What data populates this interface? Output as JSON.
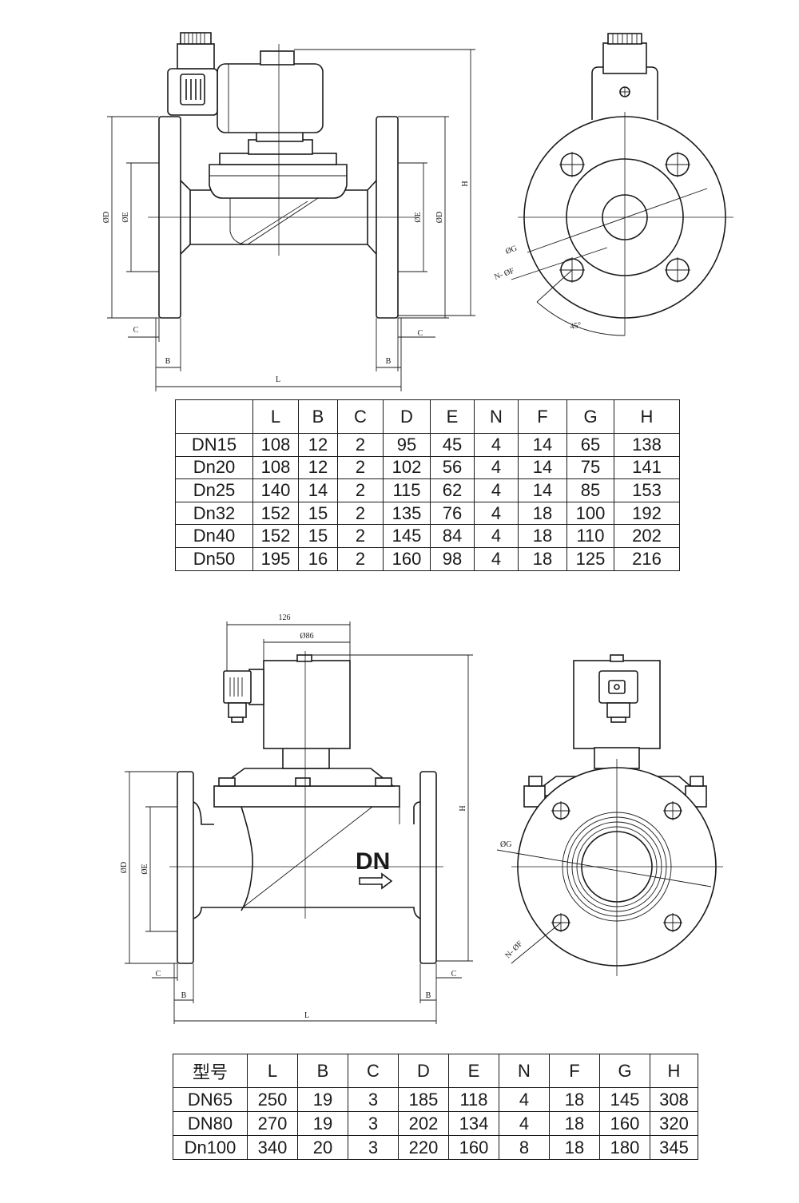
{
  "drawing1": {
    "labels": {
      "od_left": "ØD",
      "oe_left": "ØE",
      "oe_right": "ØE",
      "od_right": "ØD",
      "h": "H",
      "c_left": "C",
      "c_right": "C",
      "b_left": "B",
      "b_right": "B",
      "l": "L",
      "og": "ØG",
      "nof": "N- ØF",
      "angle": "45°"
    }
  },
  "table1": {
    "headers": [
      "",
      "L",
      "B",
      "C",
      "D",
      "E",
      "N",
      "F",
      "G",
      "H"
    ],
    "rows": [
      [
        "DN15",
        "108",
        "12",
        "2",
        "95",
        "45",
        "4",
        "14",
        "65",
        "138"
      ],
      [
        "Dn20",
        "108",
        "12",
        "2",
        "102",
        "56",
        "4",
        "14",
        "75",
        "141"
      ],
      [
        "Dn25",
        "140",
        "14",
        "2",
        "115",
        "62",
        "4",
        "14",
        "85",
        "153"
      ],
      [
        "Dn32",
        "152",
        "15",
        "2",
        "135",
        "76",
        "4",
        "18",
        "100",
        "192"
      ],
      [
        "Dn40",
        "152",
        "15",
        "2",
        "145",
        "84",
        "4",
        "18",
        "110",
        "202"
      ],
      [
        "Dn50",
        "195",
        "16",
        "2",
        "160",
        "98",
        "4",
        "18",
        "125",
        "216"
      ]
    ]
  },
  "drawing2": {
    "labels": {
      "dim126": "126",
      "dim86": "Ø86",
      "h": "H",
      "od": "ØD",
      "oe": "ØE",
      "c_left": "C",
      "c_right": "C",
      "b_left": "B",
      "b_right": "B",
      "l": "L",
      "dn": "DN",
      "og": "ØG",
      "nof": "N- ØF"
    }
  },
  "table2": {
    "headers": [
      "型号",
      "L",
      "B",
      "C",
      "D",
      "E",
      "N",
      "F",
      "G",
      "H"
    ],
    "rows": [
      [
        "DN65",
        "250",
        "19",
        "3",
        "185",
        "118",
        "4",
        "18",
        "145",
        "308"
      ],
      [
        "DN80",
        "270",
        "19",
        "3",
        "202",
        "134",
        "4",
        "18",
        "160",
        "320"
      ],
      [
        "Dn100",
        "340",
        "20",
        "3",
        "220",
        "160",
        "8",
        "18",
        "180",
        "345"
      ]
    ]
  }
}
